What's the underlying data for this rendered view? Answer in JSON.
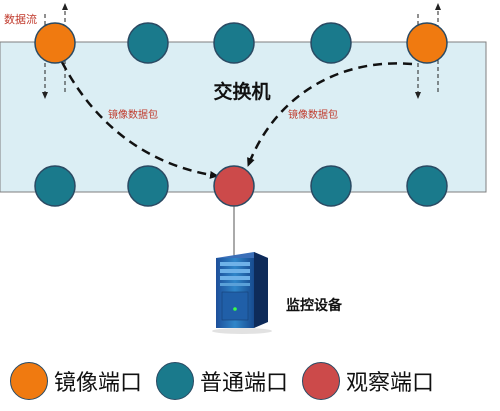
{
  "switch": {
    "label": "交换机"
  },
  "data_flow_label": "数据流",
  "mirror_packet_left": "镜像数据包",
  "mirror_packet_right": "镜像数据包",
  "monitor": {
    "label": "监控设备"
  },
  "legend": [
    {
      "label": "镜像端口",
      "color": "#f07a10"
    },
    {
      "label": "普通端口",
      "color": "#1a7a8c"
    },
    {
      "label": "观察端口",
      "color": "#cc4a4a"
    }
  ],
  "colors": {
    "switch_fill": "#dbeef4",
    "switch_stroke": "#7f7f7f",
    "mirror_port": "#f07a10",
    "normal_port": "#1a7a8c",
    "observe_port": "#cc4a4a",
    "port_stroke": "#2a4a63",
    "annotation_text": "#c0392b"
  },
  "ports": {
    "top": [
      "mirror",
      "normal",
      "normal",
      "normal",
      "mirror"
    ],
    "bottom": [
      "normal",
      "normal",
      "observe",
      "normal",
      "normal"
    ]
  }
}
